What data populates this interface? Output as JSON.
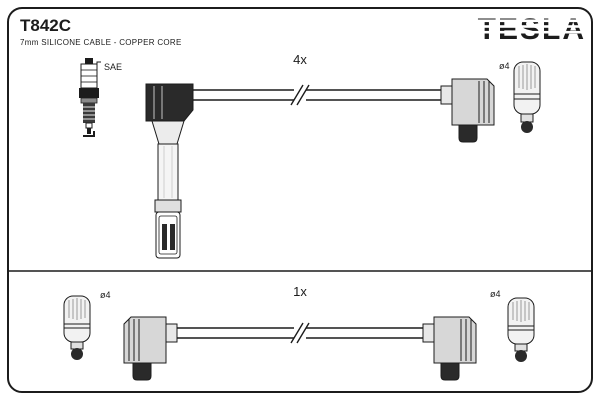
{
  "header": {
    "part_number": "T842C",
    "subtitle": "7mm SILICONE CABLE - COPPER CORE",
    "brand": "TESLA"
  },
  "top_section": {
    "quantity": "4x",
    "spark_plug_label": "SAE",
    "terminal_diameter": "ø4"
  },
  "bottom_section": {
    "quantity": "1x",
    "left_terminal_diameter": "ø4",
    "right_terminal_diameter": "ø4"
  },
  "colors": {
    "line": "#1c1c1c",
    "logo_gray": "#85888e",
    "boot_gray": "#d7d7d7",
    "dark_fill": "#2a2a2a"
  }
}
